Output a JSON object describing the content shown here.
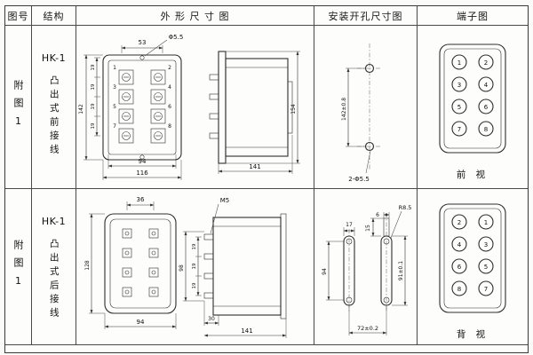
{
  "header": {
    "cols": [
      "图号",
      "结构",
      "外 形 尺 寸 图",
      "安装开孔尺寸图",
      "端子图"
    ]
  },
  "rows": [
    {
      "fig_label": "附图1",
      "model": "HK-1",
      "structure": "凸出式前接线",
      "outline": {
        "dim_top": "53",
        "hole_callout": "Φ5.5",
        "dim_height": "142",
        "pitch": [
          "19",
          "19",
          "19",
          "19"
        ],
        "dim_inner_width": "94",
        "dim_outer_width": "116",
        "terminals": [
          "1",
          "2",
          "3",
          "4",
          "5",
          "6",
          "7",
          "8"
        ],
        "side_height": "154",
        "side_depth": "141"
      },
      "mount": {
        "dim_vertical": "142±0.8",
        "hole_callout": "2-Φ5.5"
      },
      "terminal": {
        "view": "前 视",
        "pairs": [
          [
            "1",
            "2"
          ],
          [
            "3",
            "4"
          ],
          [
            "5",
            "6"
          ],
          [
            "7",
            "8"
          ]
        ]
      }
    },
    {
      "fig_label": "附图1",
      "model": "HK-1",
      "structure": "凸出式后接线",
      "outline": {
        "dim_top": "36",
        "dim_height": "128",
        "dim_width": "94",
        "screw_callout": "M5",
        "stud_span": "98",
        "pitch": [
          "19",
          "19",
          "19"
        ],
        "stud_depth": "30",
        "side_depth": "141"
      },
      "mount": {
        "dim_slot_width": "17",
        "dim_tab_width": "6",
        "dim_tab_len": "15",
        "dim_vertical": "94",
        "dim_horizontal": "72±0.2",
        "radius_callout": "R8.5",
        "dim_slot_len": "91±0.1"
      },
      "terminal": {
        "view": "背 视",
        "pairs": [
          [
            "2",
            "1"
          ],
          [
            "4",
            "3"
          ],
          [
            "6",
            "5"
          ],
          [
            "8",
            "7"
          ]
        ]
      }
    }
  ]
}
